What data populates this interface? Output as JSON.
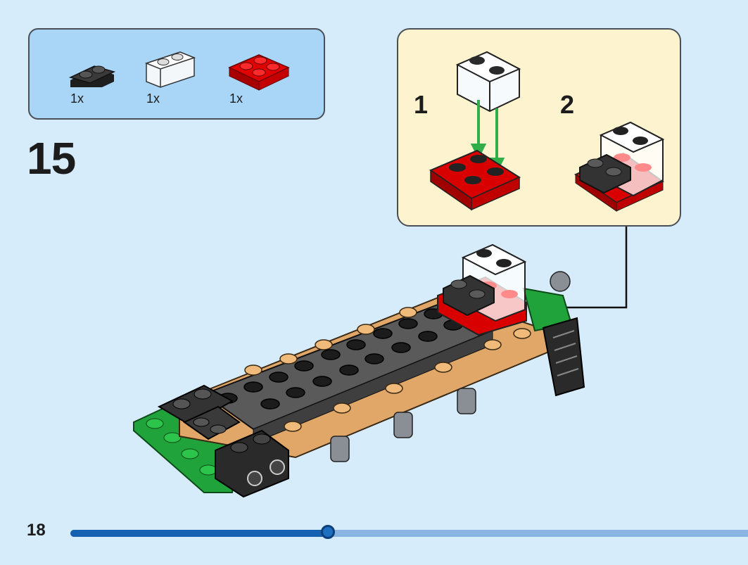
{
  "parts": [
    {
      "qty": "1x",
      "icon": "black-plate-1x2-rounded-icon",
      "color": "#2b2b2b"
    },
    {
      "qty": "1x",
      "icon": "clear-brick-1x2-icon",
      "color": "#f3f6f8"
    },
    {
      "qty": "1x",
      "icon": "red-plate-2x2-icon",
      "color": "#d40000"
    }
  ],
  "step_number": "15",
  "substeps": [
    "1",
    "2"
  ],
  "page_number": "18",
  "progress": 0.38,
  "colors": {
    "background": "#d6ecfb",
    "parts_box": "#a9d6f7",
    "callout": "#fdf3cf",
    "progress_fill": "#1560b0",
    "progress_track": "#8ab4e2",
    "arrow_green": "#2fae4a"
  }
}
